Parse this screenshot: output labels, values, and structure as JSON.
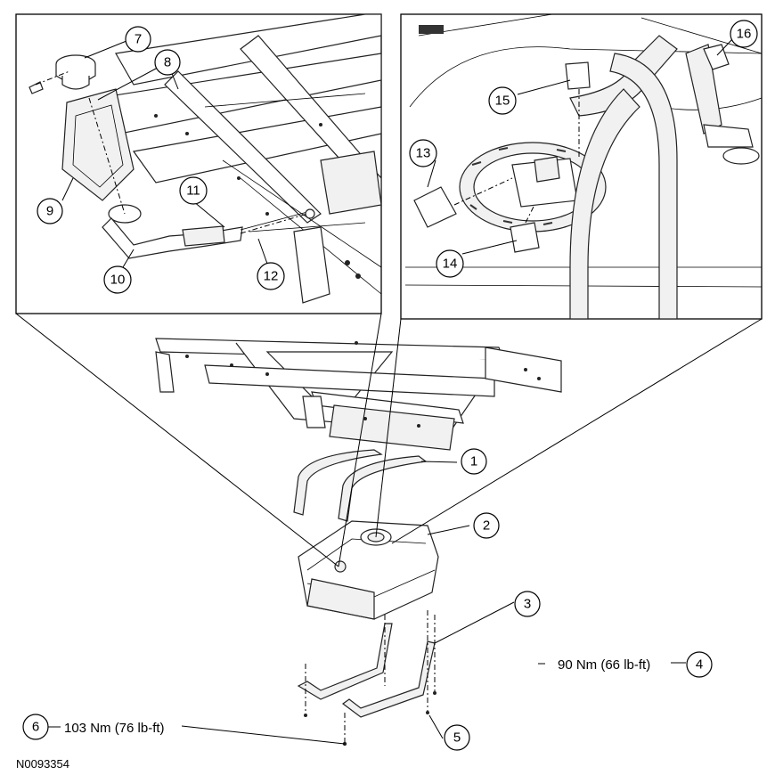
{
  "figure_id": "N0093354",
  "callouts": {
    "c1": "1",
    "c2": "2",
    "c3": "3",
    "c4": "4",
    "c5": "5",
    "c6": "6",
    "c7": "7",
    "c8": "8",
    "c9": "9",
    "c10": "10",
    "c11": "11",
    "c12": "12",
    "c13": "13",
    "c14": "14",
    "c15": "15",
    "c16": "16"
  },
  "torque": {
    "t4": "90 Nm (66 lb-ft)",
    "t6": "103 Nm (76 lb-ft)"
  }
}
